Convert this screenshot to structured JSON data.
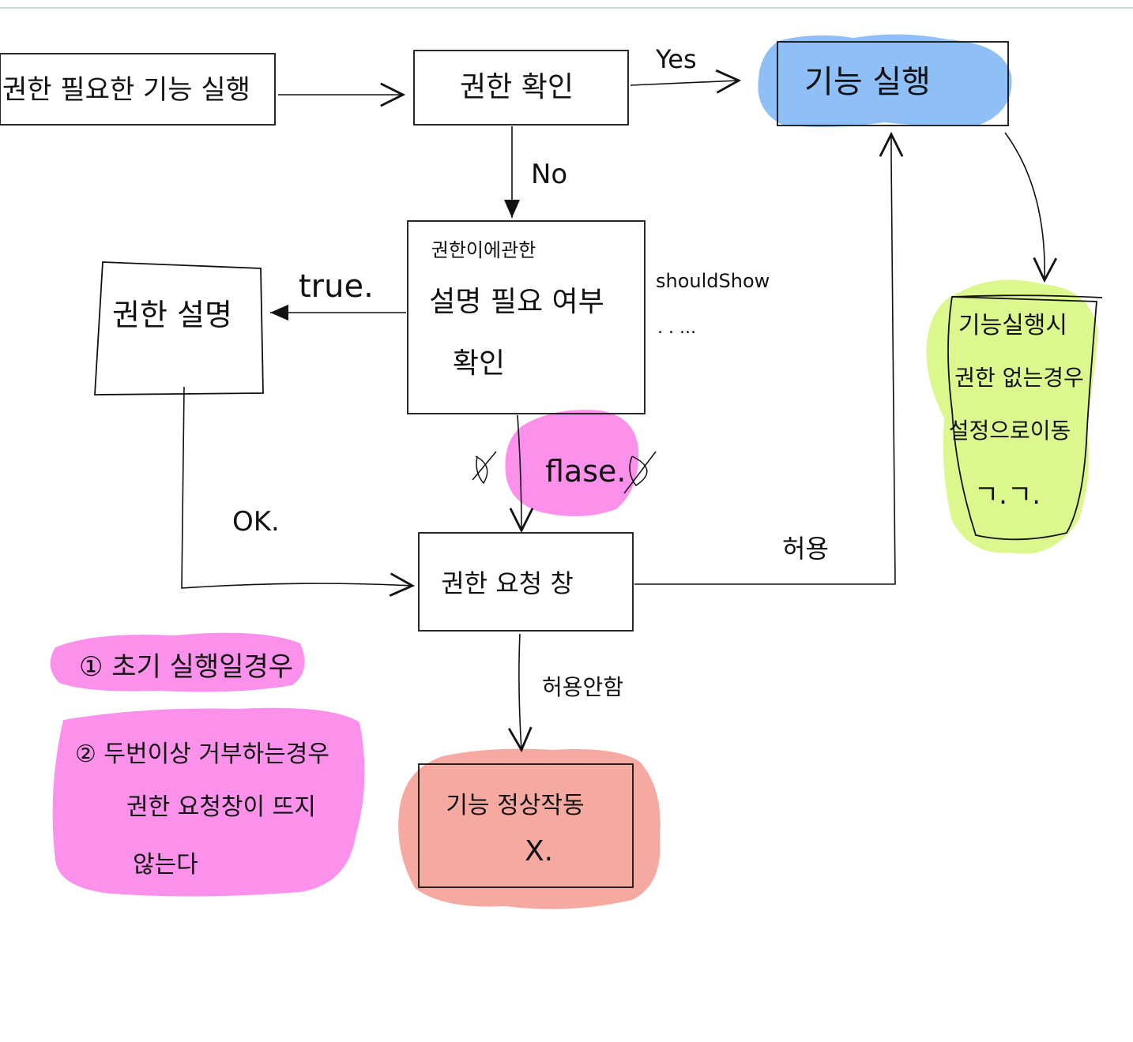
{
  "colors": {
    "blue_highlight": "#8fbff7",
    "green_highlight": "#ddf78f",
    "pink_highlight": "#fb91ea",
    "salmon_highlight": "#f5a9a0",
    "ink": "#111111",
    "top_rule": "#b8cad8"
  },
  "nodes": {
    "start": "권한 필요한 기능 실행",
    "check": "권한 확인",
    "execute": "기능 실행",
    "rationale_check": [
      "권한이에관한",
      "설명 필요 여부",
      "확인"
    ],
    "explain": "권한 설명",
    "request": "권한 요청 창",
    "fail": [
      "기능 정상작동",
      "X."
    ],
    "note_green": [
      "기능실행시",
      "권한 없는경우",
      "설정으로이동",
      "ㄱ.ㄱ."
    ]
  },
  "labels": {
    "yes": "Yes",
    "no": "No",
    "true": "true.",
    "should_show": "shouldShow",
    "dots": ". . ...",
    "false": "flase.",
    "ok": "OK.",
    "allow": "허용",
    "deny": "허용안함"
  },
  "notes": {
    "note1": "① 초기 실행일경우",
    "note2": [
      "② 두번이상 거부하는경우",
      "권한 요청창이 뜨지",
      "않는다"
    ]
  }
}
